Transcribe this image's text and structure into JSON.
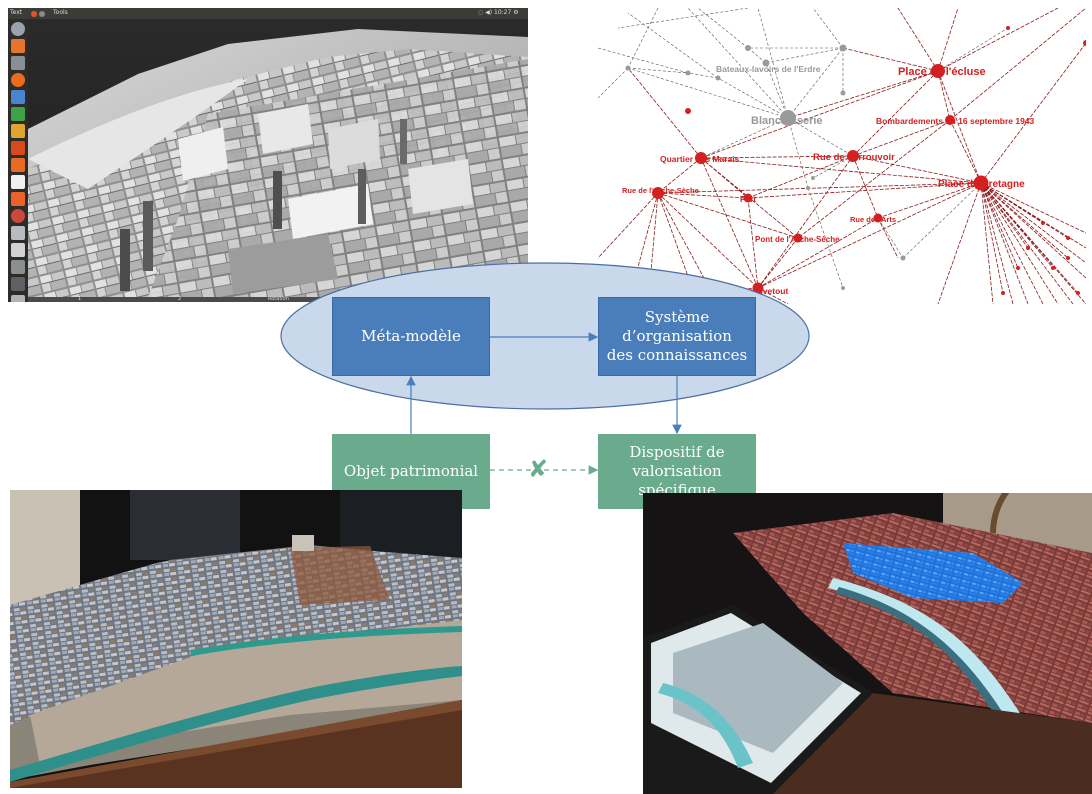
{
  "diagram": {
    "meta_model": "Méta-modèle",
    "kos_line1": "Système d’organisation",
    "kos_line2": "des connaissances",
    "heritage_object": "Objet patrimonial",
    "specific_device_line1": "Dispositif de",
    "specific_device_line2": "valorisation spécifique",
    "blocked_marker": "✘"
  },
  "screenshot_3d": {
    "menu": "Text",
    "window_title": "Tools",
    "tray": "◌  ◀)  10:27  ⚙",
    "status_items": [
      "1",
      "2",
      "Rotation"
    ]
  },
  "graph": {
    "red_labels": [
      "Place de l'écluse",
      "Bombardements du 16 septembre 1943",
      "Quartier des Marais",
      "Rue de Verrouvoir",
      "Place de Bretagne",
      "Rue de l'Arche-Sèche",
      "Port",
      "Rue des Arts",
      "Pont de l'Arche-Sèche",
      "Pont Sauvetout"
    ],
    "grey_labels": [
      "Bateaux-lavoirs de l'Erdre",
      "Blanchisserie"
    ]
  },
  "colors": {
    "ellipse_fill": "#c9d8ea",
    "ellipse_stroke": "#4a6fa5",
    "blue_box": "#4a7ebb",
    "green_box": "#6aab8e",
    "arrow_blue": "#4a7ebb",
    "arrow_green": "#6aab8e",
    "graph_red": "#d42020",
    "graph_grey": "#9a9a9a"
  }
}
